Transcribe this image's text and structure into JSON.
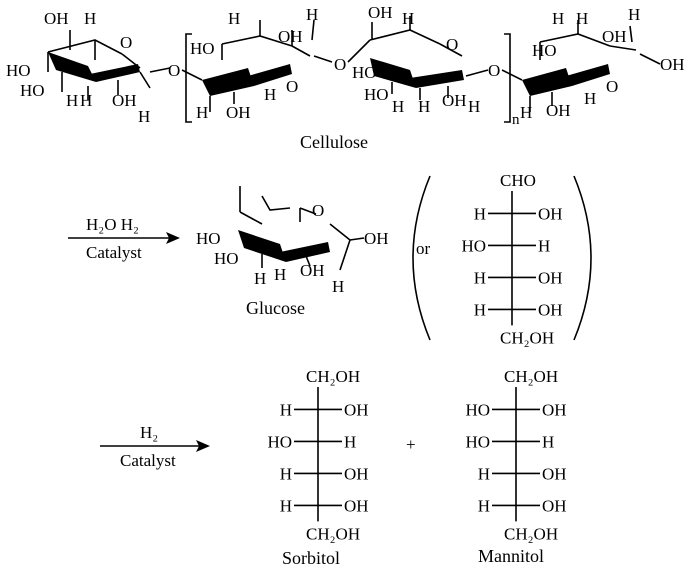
{
  "title_labels": {
    "cellulose": "Cellulose",
    "glucose": "Glucose",
    "sorbitol": "Sorbitol",
    "mannitol": "Mannitol"
  },
  "reaction1": {
    "above": "H₂O  H₂",
    "below": "Catalyst"
  },
  "reaction2": {
    "above": "H₂",
    "below": "Catalyst"
  },
  "atoms": {
    "oh": "OH",
    "ho": "HO",
    "h": "H",
    "o": "O",
    "n": "n",
    "or": "or",
    "plus": "+",
    "cho": "CHO",
    "ch2oh": "CH₂OH"
  },
  "fischer": {
    "glucose_open": [
      [
        "H",
        "OH"
      ],
      [
        "HO",
        "H"
      ],
      [
        "H",
        "OH"
      ],
      [
        "H",
        "OH"
      ]
    ],
    "sorbitol": [
      [
        "H",
        "OH"
      ],
      [
        "HO",
        "H"
      ],
      [
        "H",
        "OH"
      ],
      [
        "H",
        "OH"
      ]
    ],
    "mannitol": [
      [
        "HO",
        "OH"
      ],
      [
        "HO",
        "H"
      ],
      [
        "H",
        "OH"
      ],
      [
        "H",
        "OH"
      ]
    ]
  }
}
